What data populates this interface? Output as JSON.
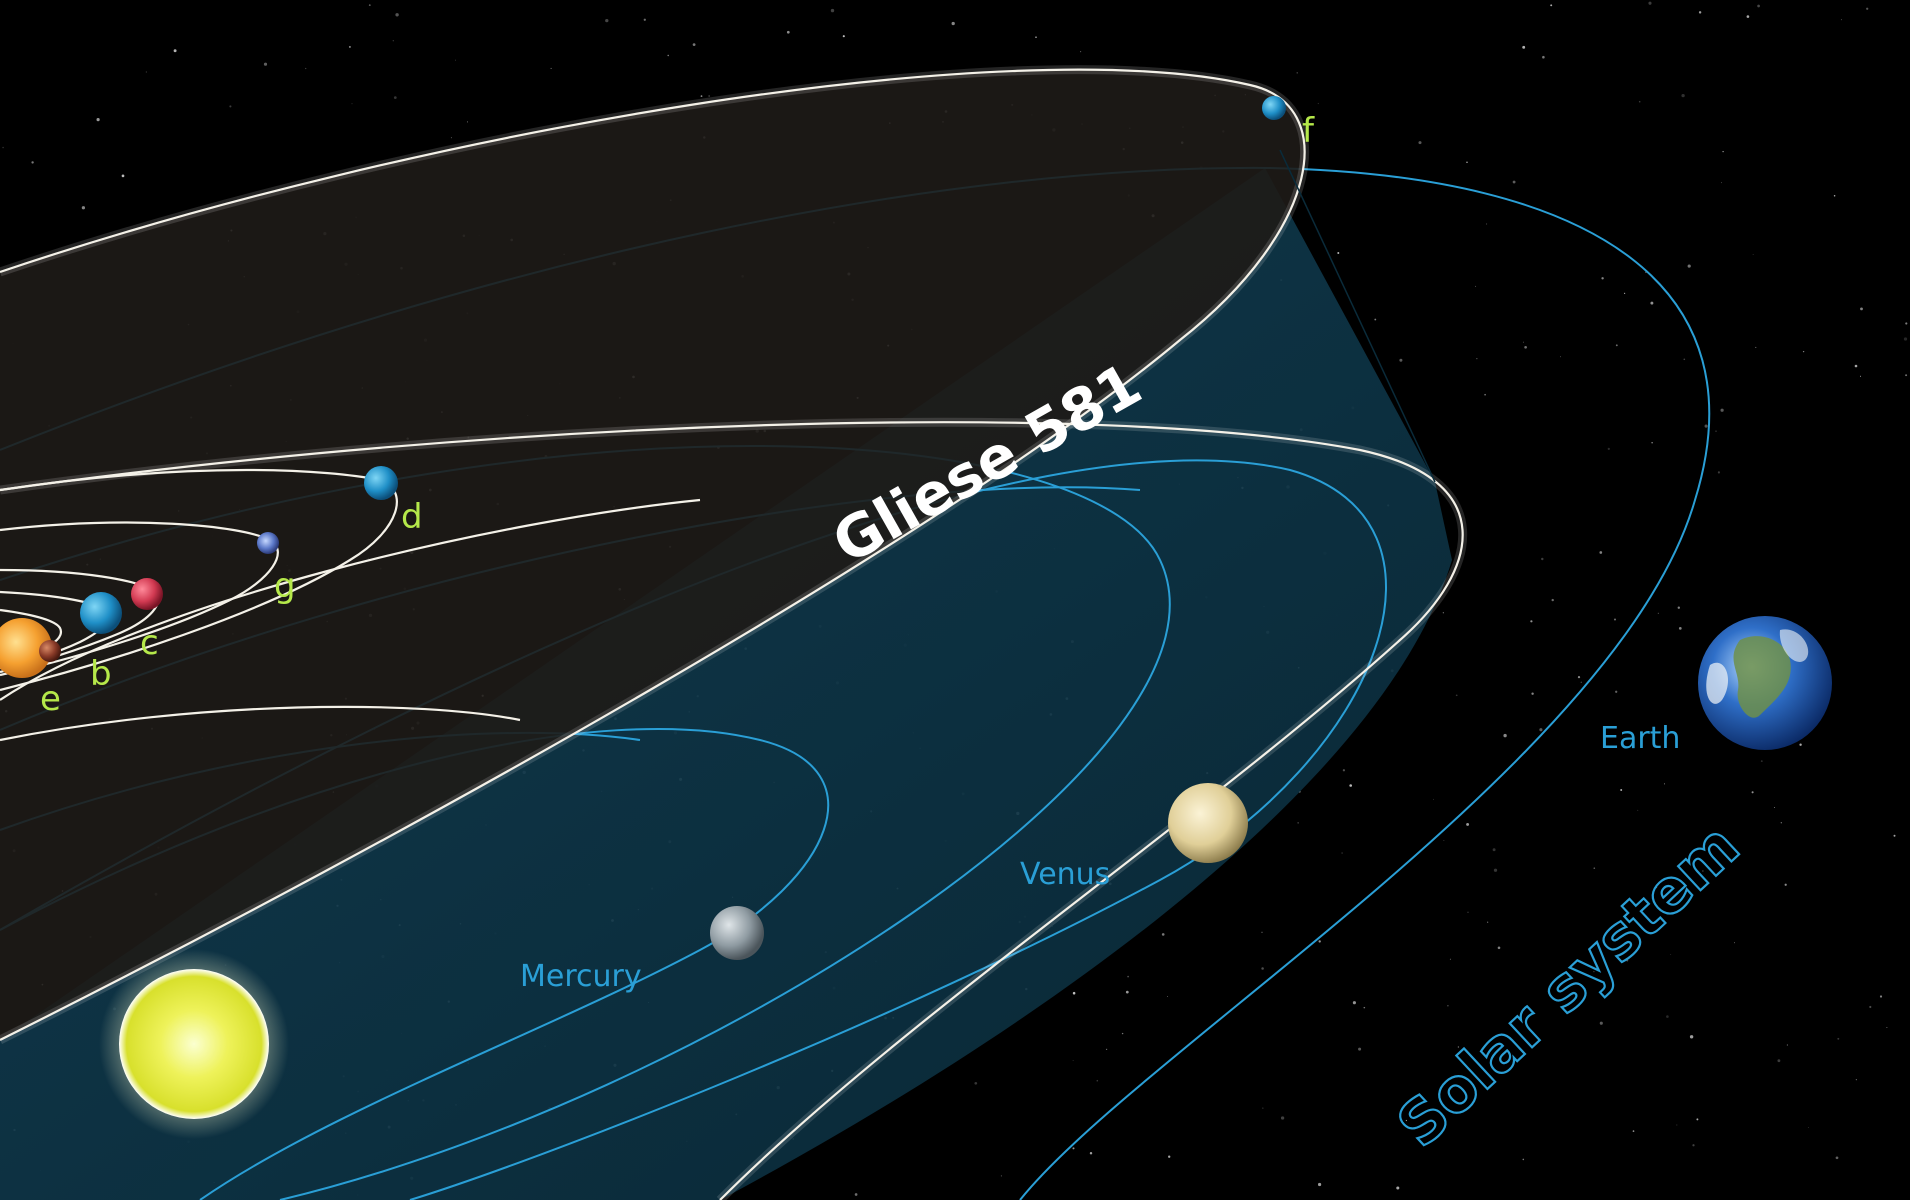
{
  "systems": {
    "gliese": {
      "label": "Gliese 581"
    },
    "solar": {
      "label": "Solar system"
    }
  },
  "gliese_planets": [
    {
      "id": "e",
      "label": "e"
    },
    {
      "id": "b",
      "label": "b"
    },
    {
      "id": "c",
      "label": "c"
    },
    {
      "id": "g",
      "label": "g"
    },
    {
      "id": "d",
      "label": "d"
    },
    {
      "id": "f",
      "label": "f"
    }
  ],
  "solar_planets": [
    {
      "id": "mercury",
      "label": "Mercury"
    },
    {
      "id": "venus",
      "label": "Venus"
    },
    {
      "id": "earth",
      "label": "Earth"
    }
  ],
  "colors": {
    "background": "#000000",
    "gliese_orbit": "#f4f1e8",
    "gliese_disk": "#1e1b17",
    "solar_orbit": "#2a9fd6",
    "solar_plane": "#0e3446",
    "gliese_label": "#ffffff",
    "gliese_planet_label": "#b5e84a",
    "solar_label": "#2a9fd6",
    "sun": "#f3f25a",
    "gliese_star": "#f5a030"
  }
}
